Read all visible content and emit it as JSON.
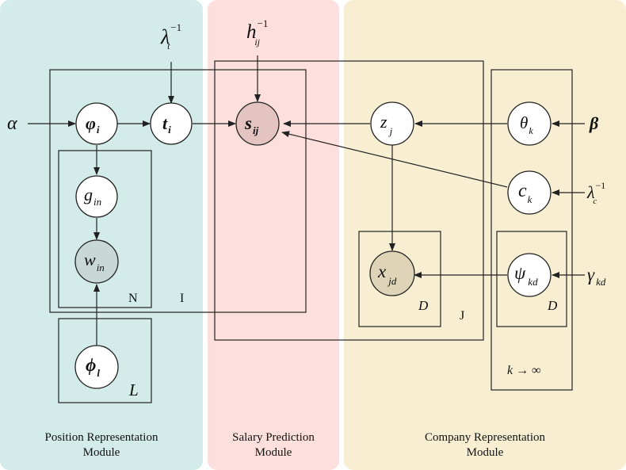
{
  "panels": {
    "position": {
      "label_line1": "Position Representation",
      "label_line2": "Module",
      "color": "#d3ebe9"
    },
    "salary": {
      "label_line1": "Salary Prediction",
      "label_line2": "Module",
      "color": "#fde0dd"
    },
    "company": {
      "label_line1": "Company Representation",
      "label_line2": "Module",
      "color": "#f8efd3"
    }
  },
  "colors": {
    "observed_salary": "#e3c4c1",
    "observed_word": "#c8d8d6",
    "observed_x": "#dfd4b8",
    "latent": "#ffffff"
  },
  "symbols": {
    "alpha": "α",
    "beta": "β",
    "lambda": "λ",
    "minus_one": "−1",
    "t_sub": "t",
    "c_sub": "c",
    "h": "h",
    "ij": "ij",
    "phi_var": "φ",
    "i": "i",
    "t": "t",
    "s": "s",
    "z": "z",
    "j": "j",
    "theta": "θ",
    "k": "k",
    "c": "c",
    "g": "g",
    "in": "in",
    "w": "w",
    "x": "x",
    "jd": "jd",
    "psi": "ψ",
    "kd": "kd",
    "gamma": "γ",
    "phi": "ϕ",
    "l": "l"
  },
  "plates": {
    "N": "N",
    "I": "I",
    "L": "L",
    "D_x": "D",
    "J": "J",
    "D_psi": "D",
    "k_inf": "k → ∞"
  }
}
